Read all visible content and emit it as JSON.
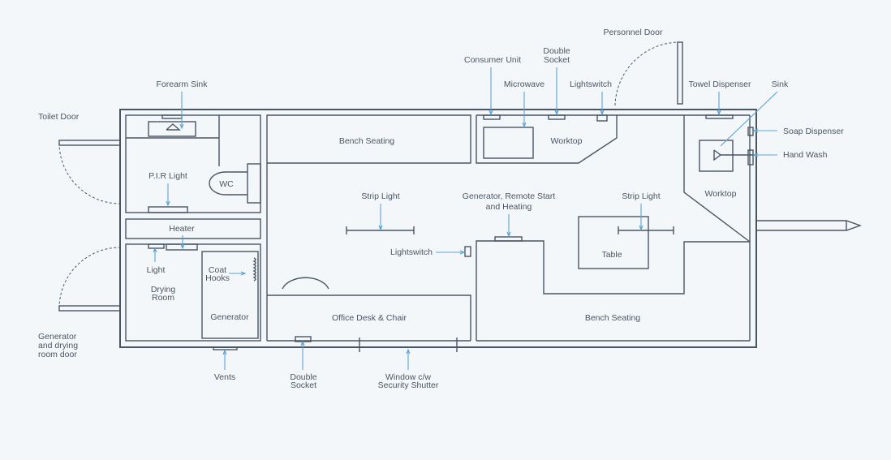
{
  "colors": {
    "background": "#f4f7fa",
    "walls": "#4a5563",
    "leader_lines": "#5ba4d6",
    "text": "#4a5563"
  },
  "labels": {
    "toilet_door": "Toilet Door",
    "forearm_sink": "Forearm Sink",
    "pir_light": "P.I.R Light",
    "wc": "WC",
    "heater": "Heater",
    "light": "Light",
    "coat_hooks": [
      "Coat",
      "Hooks"
    ],
    "drying_room": [
      "Drying",
      "Room"
    ],
    "generator": "Generator",
    "generator_door": [
      "Generator",
      "and drying",
      "room door"
    ],
    "vents": "Vents",
    "double_socket_bottom": [
      "Double",
      "Socket"
    ],
    "window": [
      "Window c/w",
      "Security Shutter"
    ],
    "bench_seating_top": "Bench Seating",
    "strip_light_left": "Strip Light",
    "office_desk": "Office Desk & Chair",
    "consumer_unit": "Consumer Unit",
    "double_socket_top": [
      "Double",
      "Socket"
    ],
    "microwave": "Microwave",
    "lightswitch_top": "Lightswitch",
    "worktop_top": "Worktop",
    "personnel_door": "Personnel Door",
    "towel_dispenser": "Towel Dispenser",
    "sink": "Sink",
    "soap_dispenser": "Soap Dispenser",
    "hand_wash": "Hand Wash",
    "worktop_right": "Worktop",
    "generator_remote": [
      "Generator, Remote Start",
      "and Heating"
    ],
    "lightswitch_mid": "Lightswitch",
    "strip_light_right": "Strip Light",
    "table": "Table",
    "bench_seating_bottom": "Bench Seating"
  }
}
